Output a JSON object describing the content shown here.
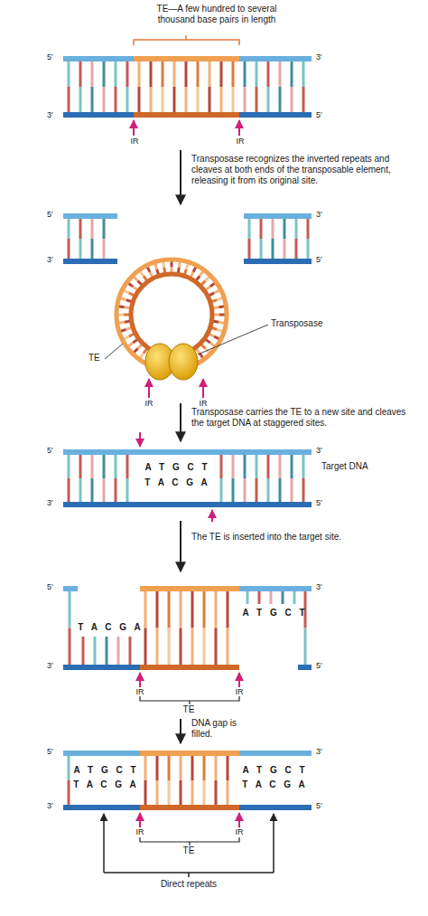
{
  "diagram": {
    "labels": [
      "TE—A few hundred to several thousand base pairs in length",
      "5′",
      "3′",
      "3′",
      "5′",
      "IR",
      "IR",
      "Transposase recognizes the inverted repeats and cleaves at both ends of the transposable element, releasing it from its original site.",
      "5′",
      "3′",
      "3′",
      "5′",
      "Transposase",
      "TE",
      "IR",
      "IR",
      "Transposase carries the TE to a new site and cleaves the target DNA at staggered sites.",
      "5′",
      "3′",
      "A T G C T",
      "T A C G A",
      "Target DNA",
      "3′",
      "5′",
      "The TE is inserted into the target site.",
      "5′",
      "3′",
      "T A C G A",
      "A T G C T",
      "3′",
      "5′",
      "IR",
      "IR",
      "TE",
      "DNA gap is filled.",
      "5′",
      "3′",
      "A T G C T",
      "T A C G A",
      "A T G C T",
      "T A C G A",
      "3′",
      "5′",
      "IR",
      "IR",
      "TE",
      "Direct repeats"
    ]
  }
}
